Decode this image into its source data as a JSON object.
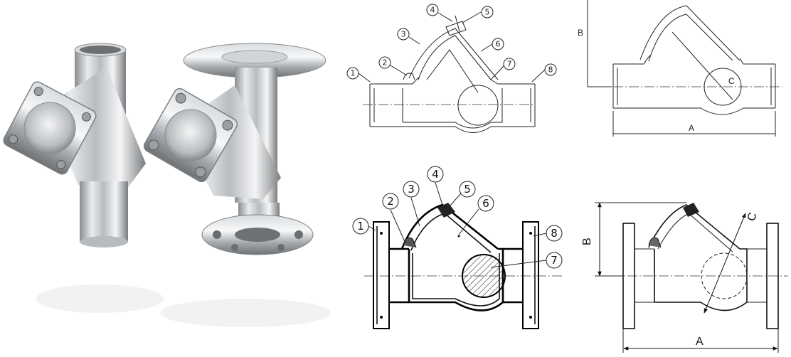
{
  "photos": [
    {
      "name": "threaded-y-strainer-photo"
    },
    {
      "name": "flanged-y-strainer-photo"
    }
  ],
  "diagram_top_callouts": [
    "1",
    "2",
    "3",
    "4",
    "5",
    "6",
    "7",
    "8"
  ],
  "diagram_bottom_callouts": [
    "1",
    "2",
    "3",
    "4",
    "5",
    "6",
    "7",
    "8"
  ],
  "dimensions_top": {
    "a": "A",
    "b": "B",
    "c": "C"
  },
  "dimensions_bottom": {
    "a": "A",
    "b": "B",
    "c": "C"
  }
}
